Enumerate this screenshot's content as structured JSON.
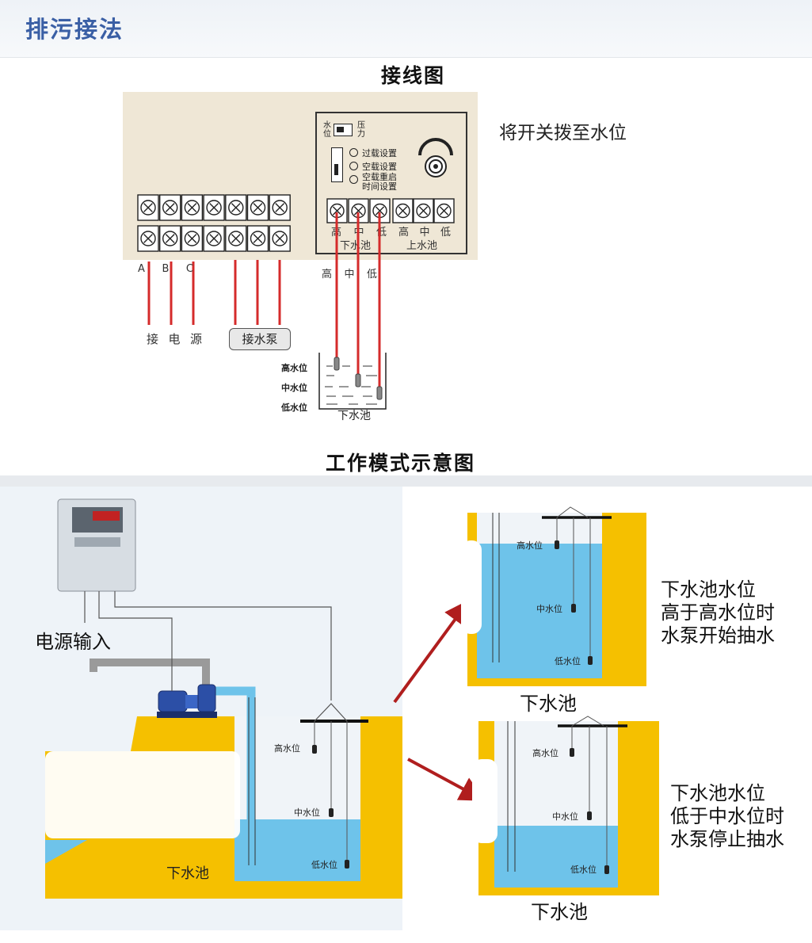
{
  "header": {
    "title": "排污接法"
  },
  "wiring": {
    "title": "接线图",
    "switch_left": [
      "水",
      "位"
    ],
    "switch_right": [
      "压",
      "力"
    ],
    "switch_note": "将开关拨至水位",
    "settings": [
      "过载设置",
      "空载设置",
      "空载重启",
      "时间设置"
    ],
    "lower_terms": [
      "高",
      "中",
      "低"
    ],
    "upper_terms": [
      "高",
      "中",
      "低"
    ],
    "lower_pool": "下水池",
    "upper_pool": "上水池",
    "phase_labels": [
      "A",
      "B",
      "C"
    ],
    "wire_labels": [
      "高",
      "中",
      "低"
    ],
    "power_label": [
      "接",
      "电",
      "源"
    ],
    "pump_label": "接水泵",
    "tank_levels": [
      "高水位",
      "中水位",
      "低水位"
    ],
    "tank_label": "下水池"
  },
  "mode": {
    "title": "工作模式示意图",
    "power_input": "电源输入",
    "main_pool": "下水池",
    "levels": [
      "高水位",
      "中水位",
      "低水位"
    ],
    "callout_high": "下水池水位\n高于高水位时\n水泵开始抽水",
    "callout_low": "下水池水位\n低于中水位时\n水泵停止抽水",
    "pool_top": "下水池",
    "pool_bottom": "下水池"
  },
  "colors": {
    "water": "#6ec3ea",
    "ground": "#f5c000",
    "wire": "#d52b2b",
    "arrow": "#b01e1e",
    "panel": "#efe7d6",
    "header": "#3a5fa5"
  }
}
